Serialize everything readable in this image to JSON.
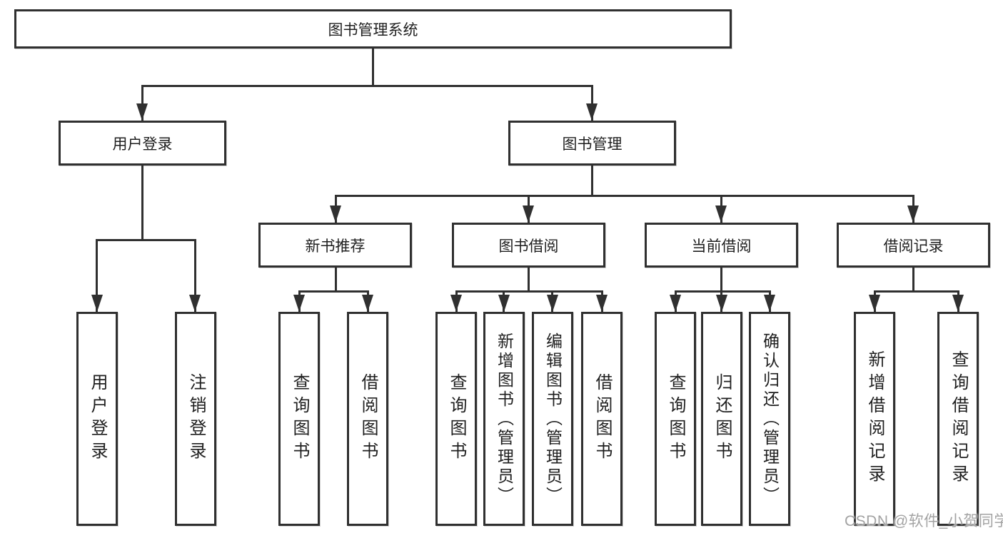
{
  "diagram": {
    "root": {
      "label": "图书管理系统"
    },
    "level2": {
      "user_login": {
        "label": "用户登录"
      },
      "book_mgmt": {
        "label": "图书管理"
      }
    },
    "level3": {
      "new_books": {
        "label": "新书推荐"
      },
      "borrow": {
        "label": "图书借阅"
      },
      "current": {
        "label": "当前借阅"
      },
      "records": {
        "label": "借阅记录"
      }
    },
    "leaves": {
      "user_login": [
        "用户登录",
        "注销登录"
      ],
      "new_books": [
        "查询图书",
        "借阅图书"
      ],
      "borrow": [
        "查询图书",
        "新增图书（管理员）",
        "编辑图书（管理员）",
        "借阅图书"
      ],
      "current": [
        "查询图书",
        "归还图书",
        "确认归还（管理员）"
      ],
      "records": [
        "新增借阅记录",
        "查询借阅记录"
      ]
    }
  },
  "watermark": {
    "text": "CSDN @软件_小贺同学"
  },
  "colors": {
    "line": "#303030",
    "text": "#1f1f1f",
    "watermark": "#a3a3a3",
    "background": "#ffffff"
  }
}
